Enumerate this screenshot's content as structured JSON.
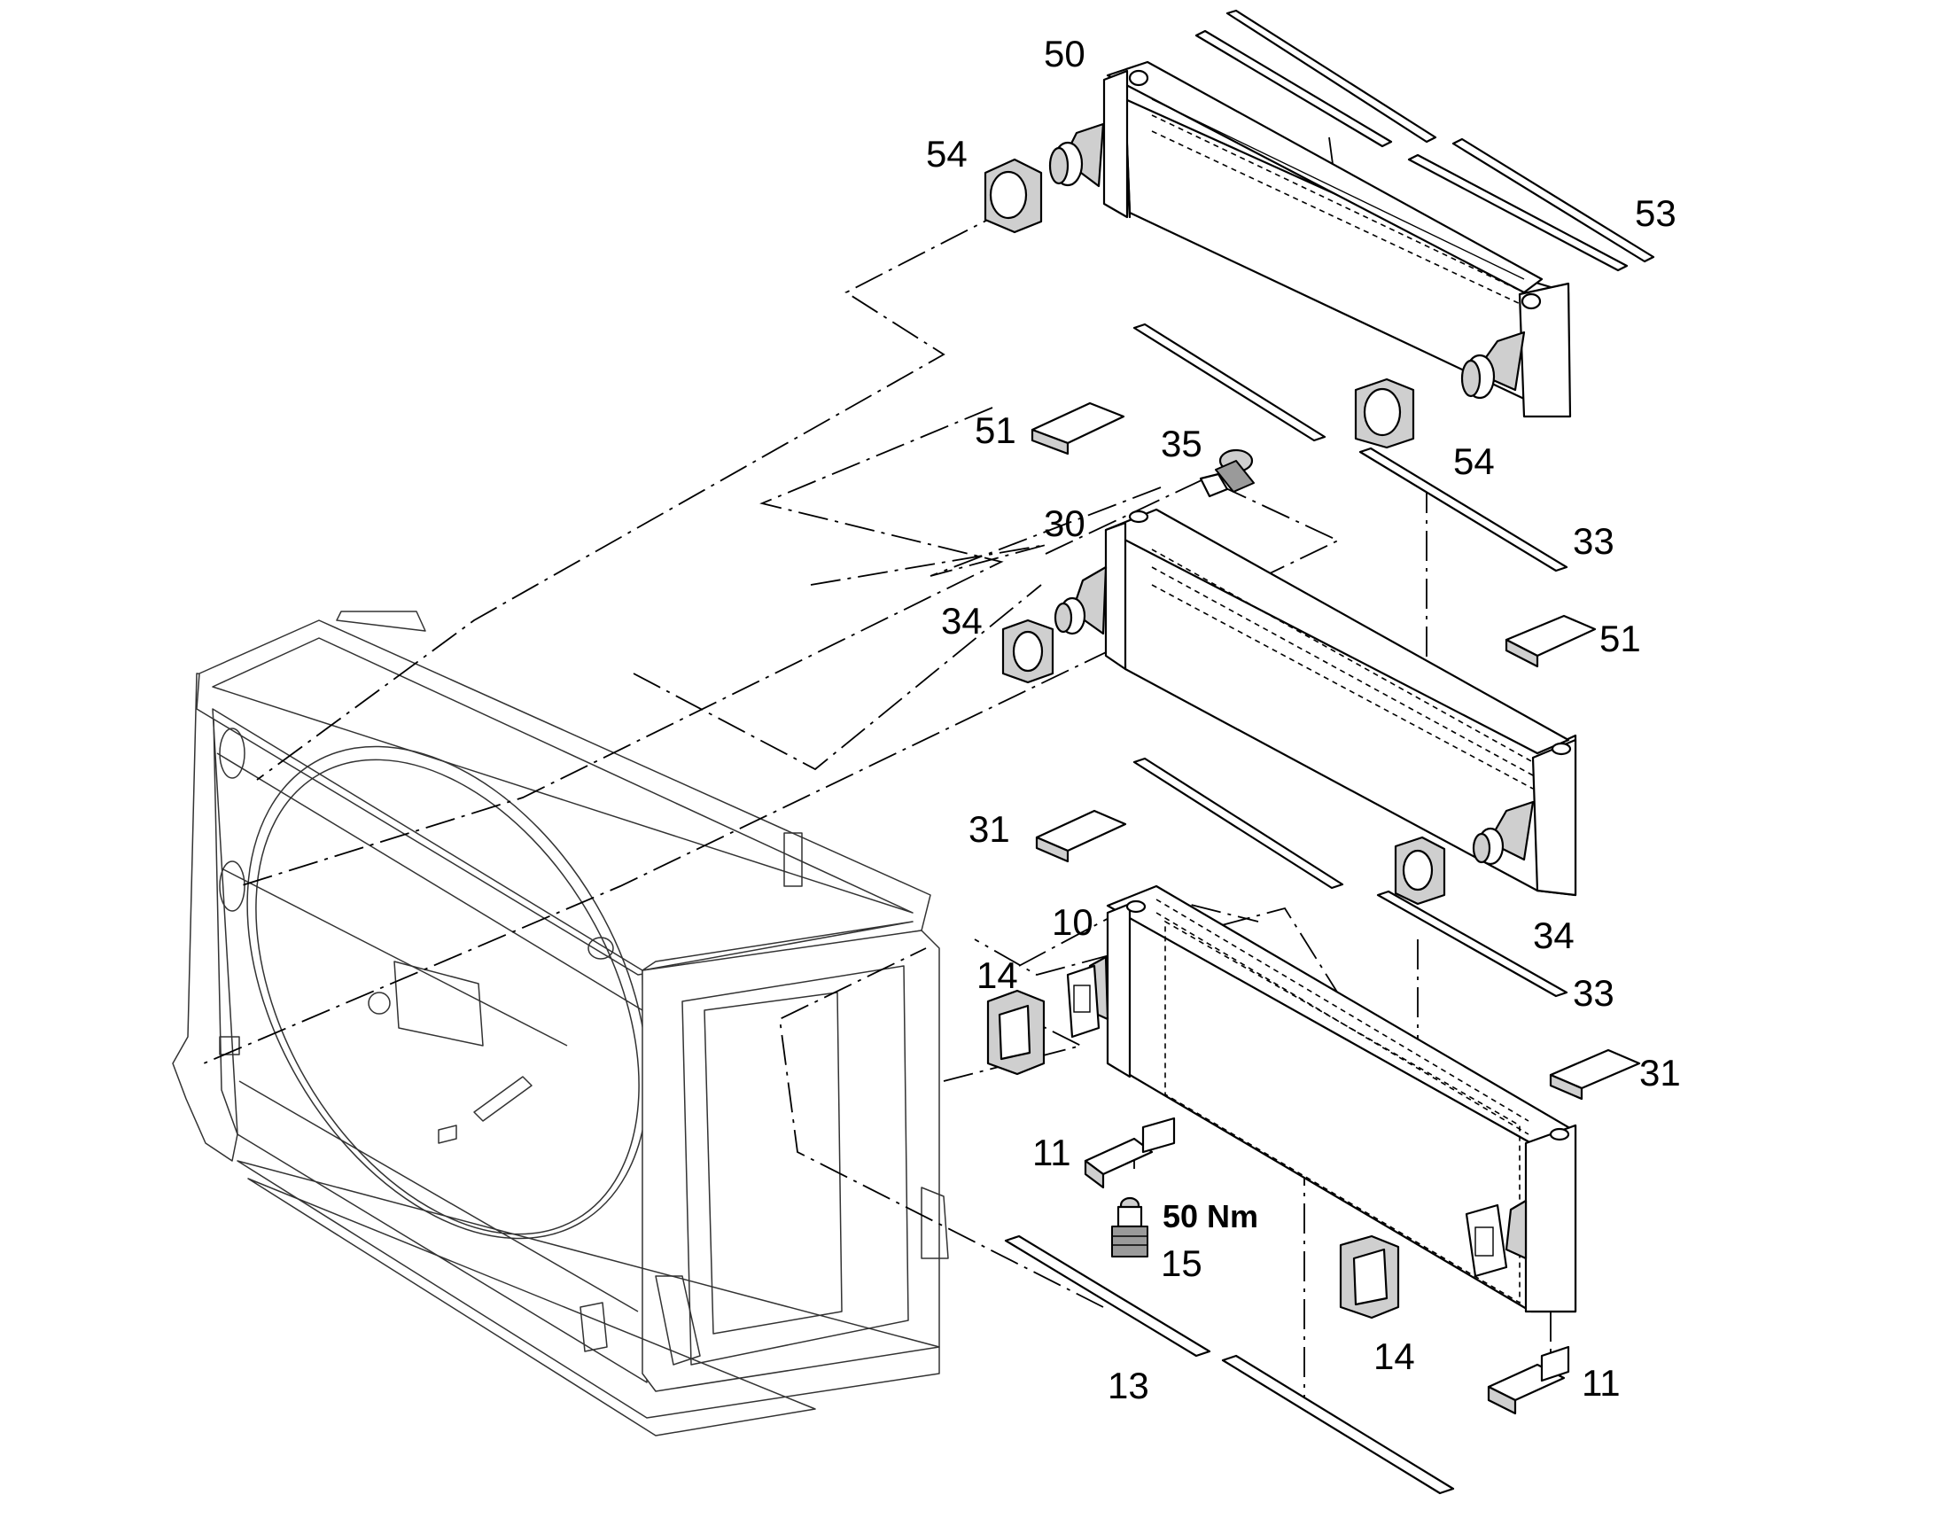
{
  "callouts": {
    "c50": "50",
    "c54a": "54",
    "c53": "53",
    "c51a": "51",
    "c35": "35",
    "c54b": "54",
    "c30": "30",
    "c33a": "33",
    "c34a": "34",
    "c51b": "51",
    "c31a": "31",
    "c10": "10",
    "c34b": "34",
    "c14a": "14",
    "c33b": "33",
    "c31b": "31",
    "c11a": "11",
    "c15": "15",
    "c14b": "14",
    "c13": "13",
    "c11b": "11"
  },
  "torque_note": "50 Nm",
  "colors": {
    "line": "#000000",
    "shade": "#cfcfcf",
    "background": "#ffffff"
  }
}
